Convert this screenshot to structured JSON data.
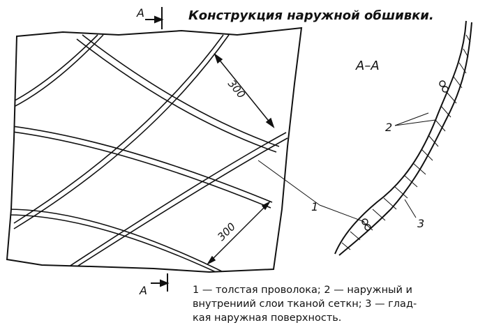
{
  "title": "Конструкция наружной обшивки.",
  "section_marker_top": "A",
  "section_marker_bottom": "A",
  "section_label": "A–A",
  "dimension_upper": "300",
  "dimension_lower": "300",
  "callouts": {
    "one": "1",
    "two": "2",
    "three": "3"
  },
  "caption": {
    "line1": "1 — толстая проволока; 2 — наружный и",
    "line2": "внутрениий слои тканой сеткн; 3 — глад-",
    "line3": "кая наружная поверхность."
  }
}
